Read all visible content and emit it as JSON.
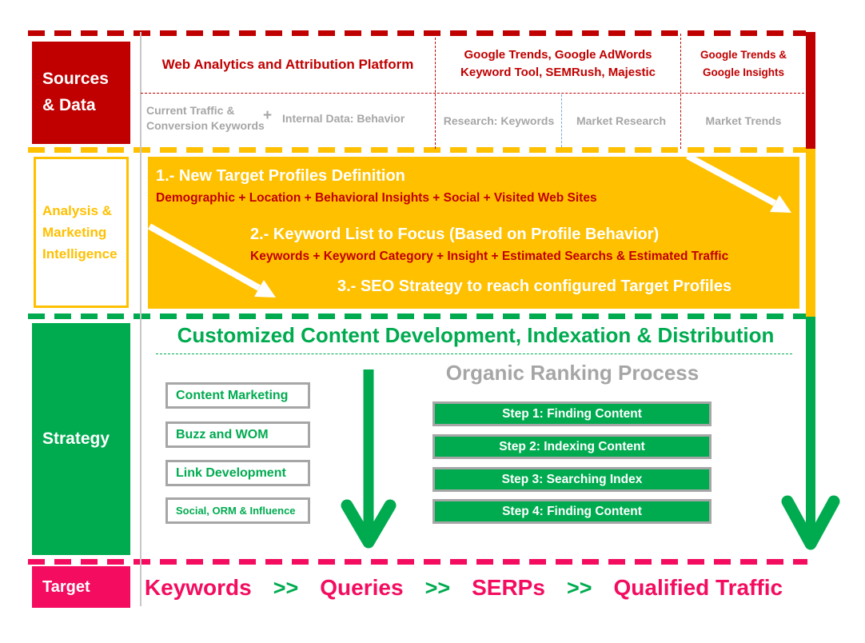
{
  "colors": {
    "dark_red": "#C00000",
    "gold": "#FFC000",
    "green": "#00AB50",
    "pink": "#F30C5F",
    "gray": "#A6A6A6"
  },
  "sidebar": {
    "sources": {
      "line1": "Sources",
      "line2": "& Data"
    },
    "analysis": {
      "line1": "Analysis &",
      "line2": "Marketing",
      "line3": "Intelligence"
    },
    "strategy_label": "Strategy",
    "target_label": "Target"
  },
  "sources_row": {
    "header_web": "Web Analytics and Attribution Platform",
    "header_google_line1": "Google Trends, Google AdWords",
    "header_google_line2": "Keyword Tool, SEMRush, Majestic",
    "header_trends_line1": "Google Trends &",
    "header_trends_line2": "Google Insights",
    "cell_traffic_line1": "Current Traffic &",
    "cell_traffic_line2": "Conversion Keywords",
    "plus": "+",
    "cell_internal": "Internal Data: Behavior",
    "cell_research": "Research: Keywords",
    "cell_market_research": "Market Research",
    "cell_market_trends": "Market Trends"
  },
  "analysis_box": {
    "step1_title": "1.- New Target Profiles Definition",
    "step1_detail": "Demographic + Location + Behavioral Insights + Social + Visited Web Sites",
    "step2_title": "2.- Keyword List to Focus (Based on Profile Behavior)",
    "step2_detail": "Keywords + Keyword Category + Insight + Estimated Searchs & Estimated Traffic",
    "step3_title": "3.- SEO Strategy to reach configured Target Profiles"
  },
  "strategy": {
    "title": "Customized Content Development, Indexation & Distribution",
    "tactic_boxes": [
      "Content Marketing",
      "Buzz and WOM",
      "Link Development",
      "Social, ORM & Influence"
    ],
    "process_title": "Organic Ranking Process",
    "process_steps": [
      "Step 1: Finding Content",
      "Step 2: Indexing Content",
      "Step 3: Searching Index",
      "Step 4: Finding Content"
    ]
  },
  "target_row": {
    "items": [
      "Keywords",
      "Queries",
      "SERPs",
      "Qualified Traffic"
    ],
    "separator": ">>"
  }
}
